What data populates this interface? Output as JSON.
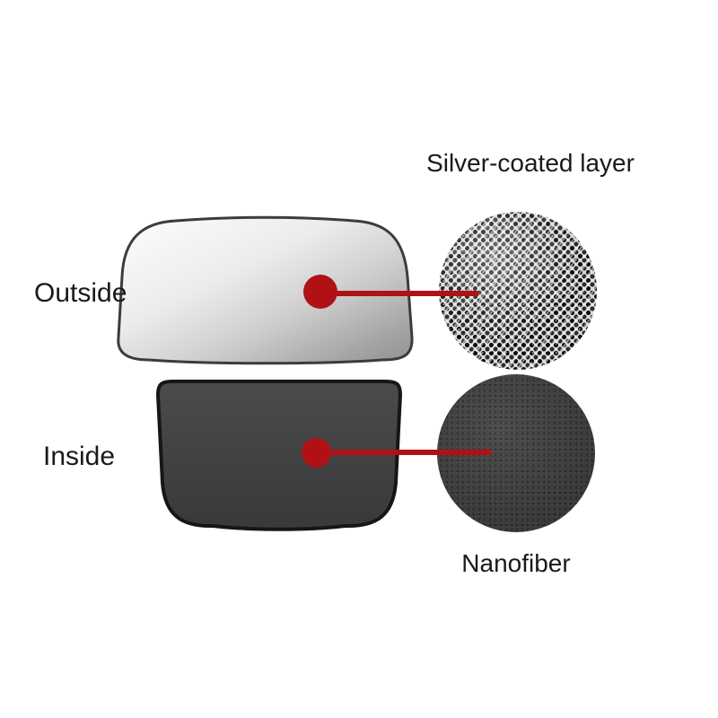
{
  "labels": {
    "silver_layer": "Silver-coated layer",
    "outside": "Outside",
    "inside": "Inside",
    "nanofiber": "Nanofiber"
  },
  "colors": {
    "background": "#ffffff",
    "text": "#1a1a1a",
    "accent_red": "#b01115",
    "outside_shade_light": "#fdfdfd",
    "outside_shade_dark": "#909090",
    "outside_shade_stroke": "#3c3c3c",
    "inside_shade_light": "#4b4b4d",
    "inside_shade_dark": "#39393b",
    "inside_shade_stroke": "#161616",
    "silver_texture_base": "#dedede",
    "nanofiber_texture": "#414143"
  }
}
